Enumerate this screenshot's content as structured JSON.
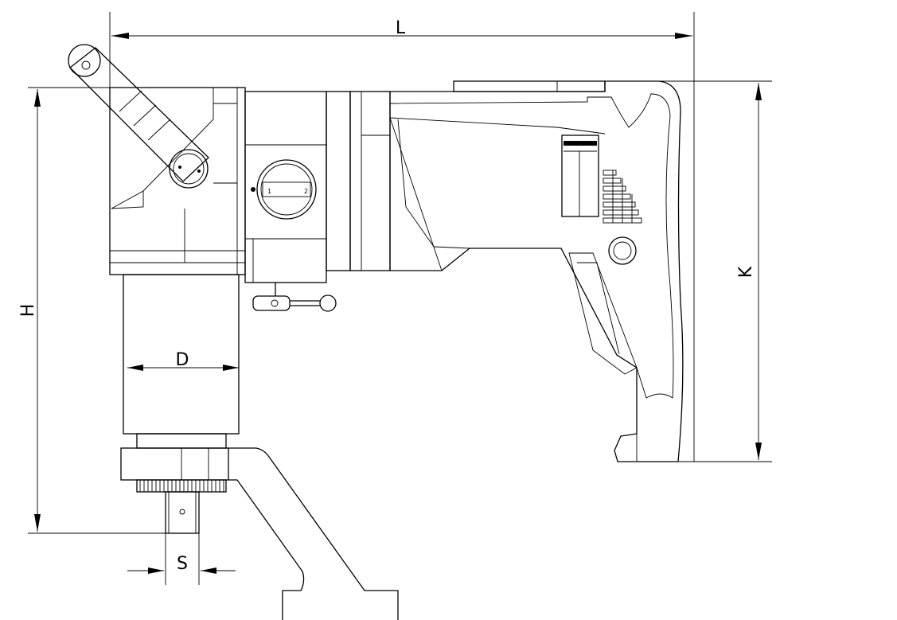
{
  "dimensions": {
    "length": "L",
    "height": "H",
    "handle_height": "K",
    "diameter": "D",
    "square_drive": "S"
  },
  "speed_dial": {
    "setting_1": "1",
    "setting_2": "2"
  },
  "colors": {
    "line": "#000000",
    "background": "#ffffff"
  }
}
